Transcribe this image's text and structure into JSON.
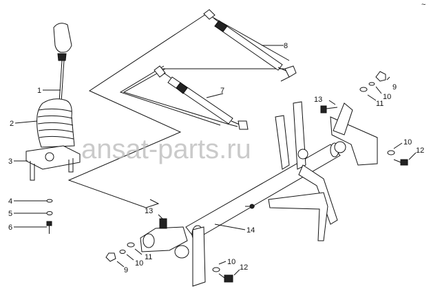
{
  "watermark": "ansat-parts.ru",
  "corner_mark": "~",
  "callouts": {
    "c1": "1",
    "c2": "2",
    "c3": "3",
    "c4": "4",
    "c5": "5",
    "c6": "6",
    "c7": "7",
    "c8": "8",
    "c9a": "9",
    "c10a": "10",
    "c11a": "11",
    "c13a": "13",
    "c10b": "10",
    "c12b": "12",
    "c13b": "13",
    "c14": "14",
    "c11c": "11",
    "c10c": "10",
    "c9c": "9",
    "c10d": "10",
    "c12d": "12"
  }
}
